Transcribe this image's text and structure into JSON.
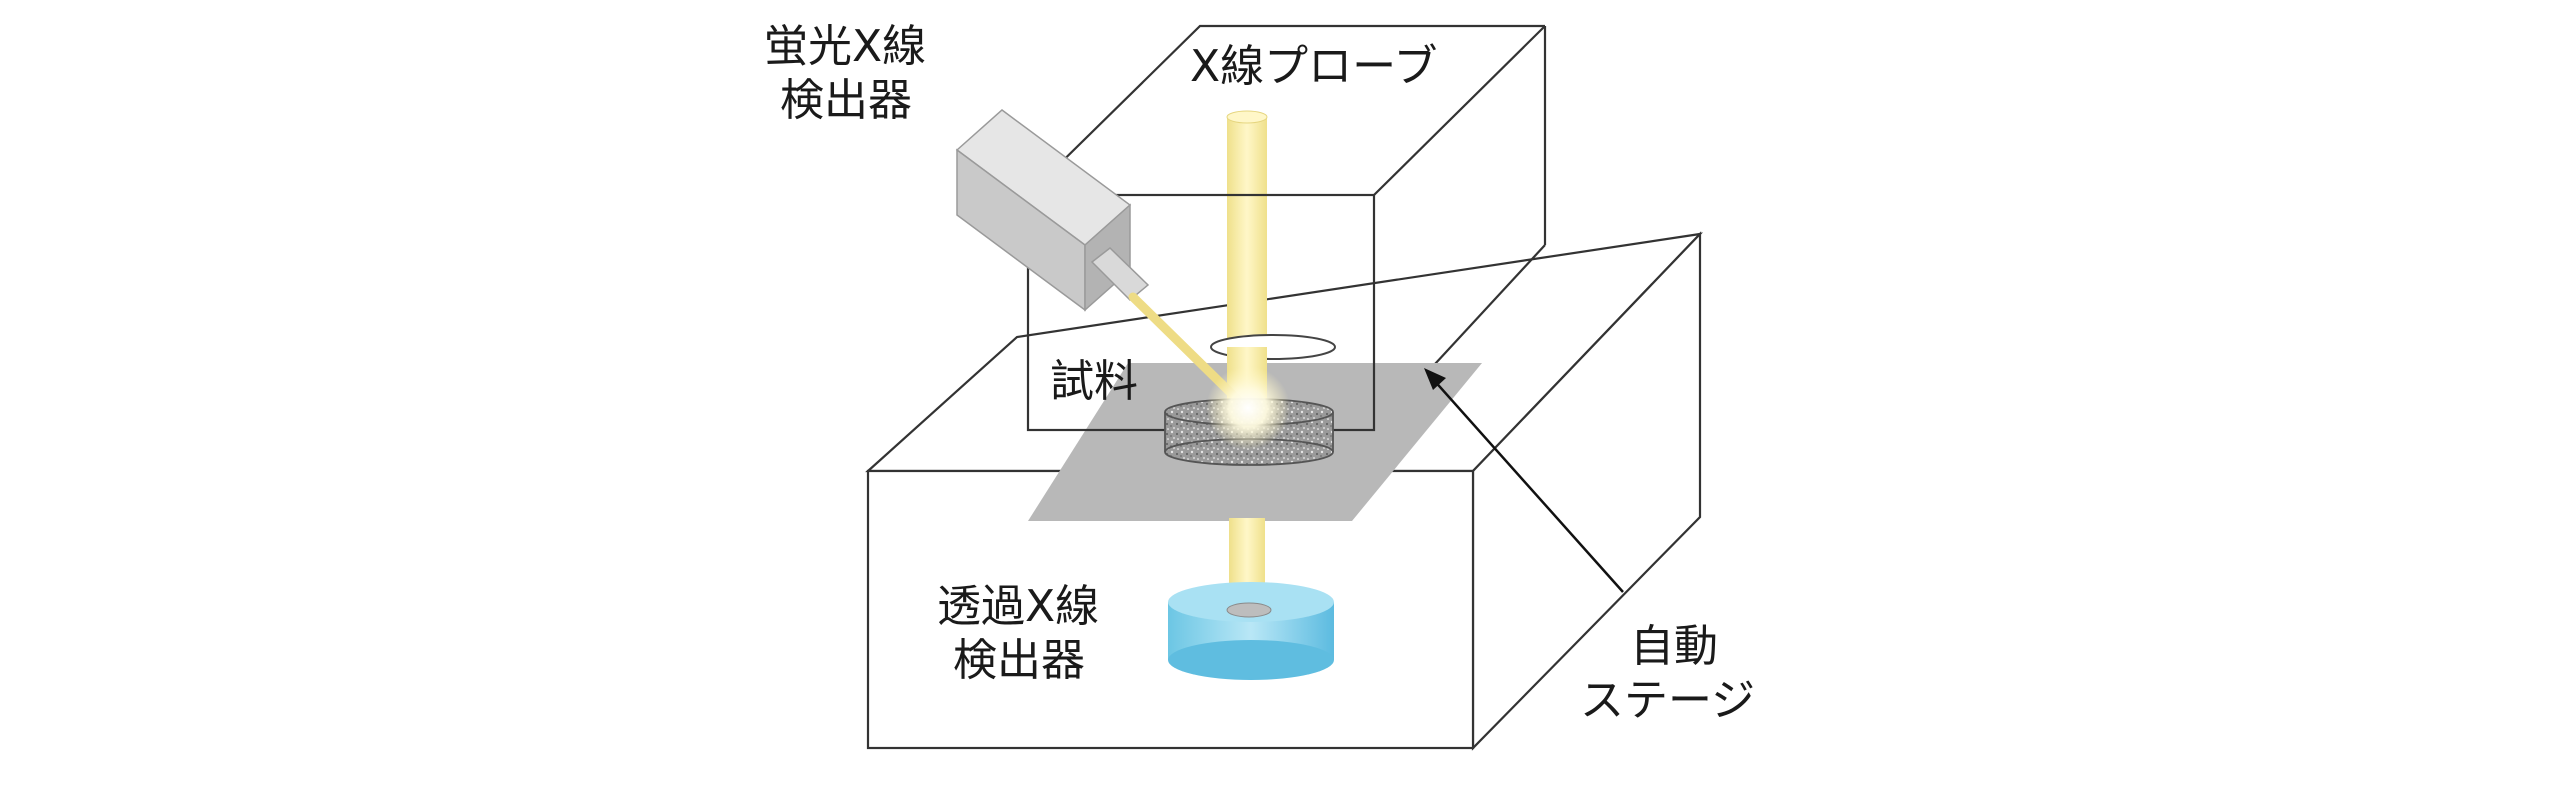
{
  "labels": {
    "xray_probe": "X線プローブ",
    "fluorescence_detector": {
      "line1": "蛍光X線",
      "line2": "検出器"
    },
    "sample": "試料",
    "transmission_detector": {
      "line1": "透過X線",
      "line2": "検出器"
    },
    "auto_stage": {
      "line1": "自動",
      "line2": "ステージ"
    }
  },
  "colors": {
    "outline": "#333333",
    "beam": "#fbf0a8",
    "beam_edge": "#e9da7a",
    "stage_plate": "#b8b8b8",
    "sample_body": "#8c8c8c",
    "transmission_detector": "#7fd0ea",
    "fluorescence_detector": "#cfcfcf",
    "arrow": "#111111"
  }
}
